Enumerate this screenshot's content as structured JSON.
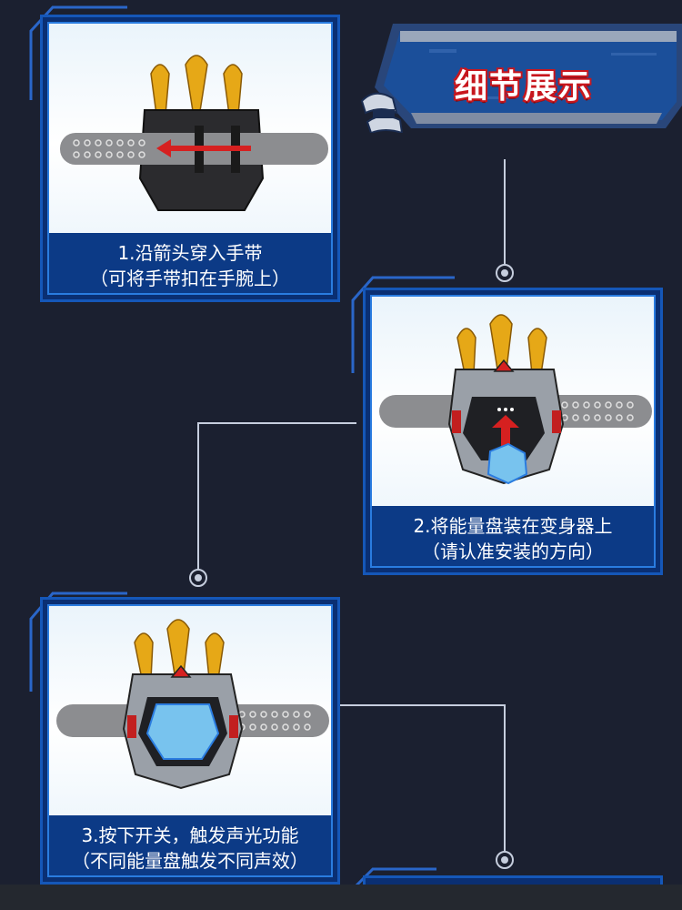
{
  "header": {
    "title": "细节展示"
  },
  "steps": [
    {
      "line1": "1.沿箭头穿入手带",
      "line2": "（可将手带扣在手腕上）"
    },
    {
      "line1": "2.将能量盘装在变身器上",
      "line2": "（请认准安装的方向）"
    },
    {
      "line1": "3.按下开关，触发声光功能",
      "line2": "（不同能量盘触发不同声效）"
    }
  ],
  "colors": {
    "accent": "#1557b8",
    "caption_bg": "#0c3a86",
    "gold": "#e6a817",
    "arrow_red": "#d62020",
    "title_red": "#c8161d"
  }
}
